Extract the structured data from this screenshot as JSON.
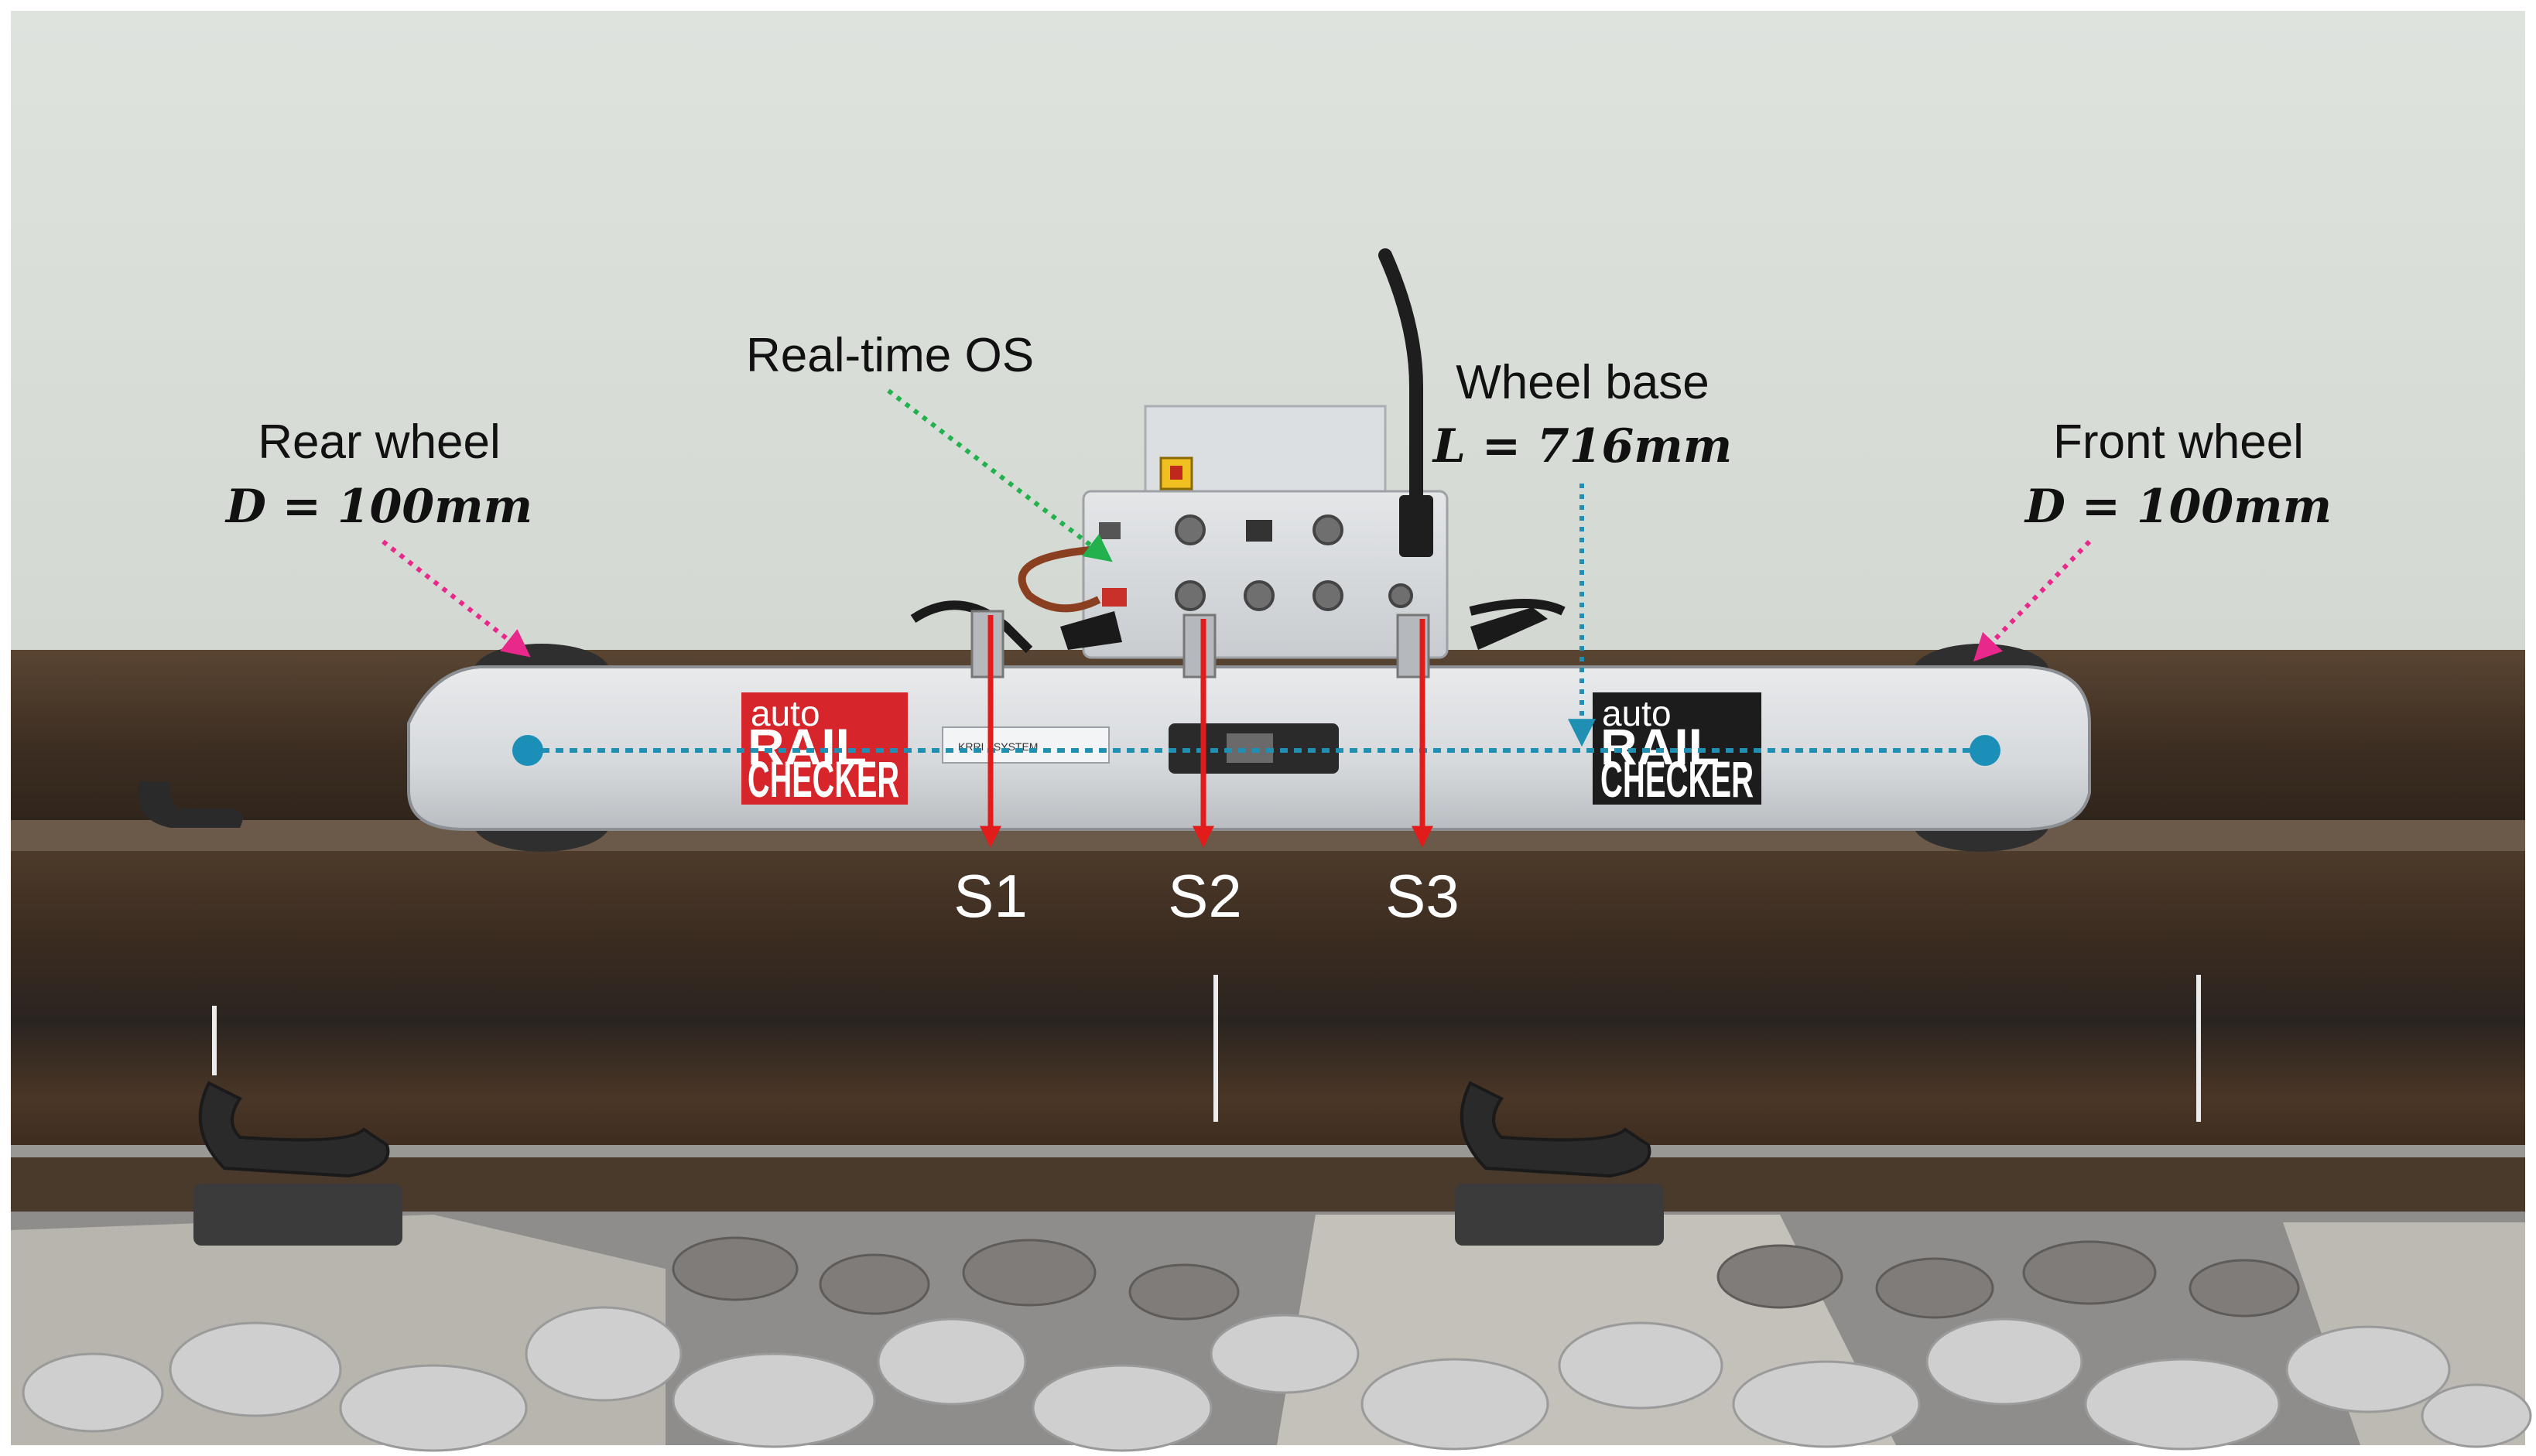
{
  "labels": {
    "rear_wheel": {
      "title": "Rear wheel",
      "formula": "D = 100mm"
    },
    "front_wheel": {
      "title": "Front wheel",
      "formula": "D = 100mm"
    },
    "realtime_os": "Real-time OS",
    "wheel_base": {
      "title": "Wheel base",
      "formula": "L = 716mm"
    }
  },
  "sensors": [
    {
      "id": "S1",
      "label": "S1"
    },
    {
      "id": "S2",
      "label": "S2"
    },
    {
      "id": "S3",
      "label": "S3"
    }
  ],
  "logos": {
    "rear": {
      "small": "auto",
      "line1": "RAIL",
      "line2": "CHECKER"
    },
    "front": {
      "small": "auto",
      "line1": "RAIL",
      "line2": "CHECKER"
    }
  },
  "colors": {
    "pink_leader": "#e8288a",
    "green_leader": "#22b14c",
    "blue_leader": "#1f8fb4",
    "wheel_dot": "#1c8fb8",
    "sensor_arrow": "#e21b1b",
    "logo_rear_bg": "#d6262b",
    "logo_front_bg": "#1c1c1c"
  }
}
